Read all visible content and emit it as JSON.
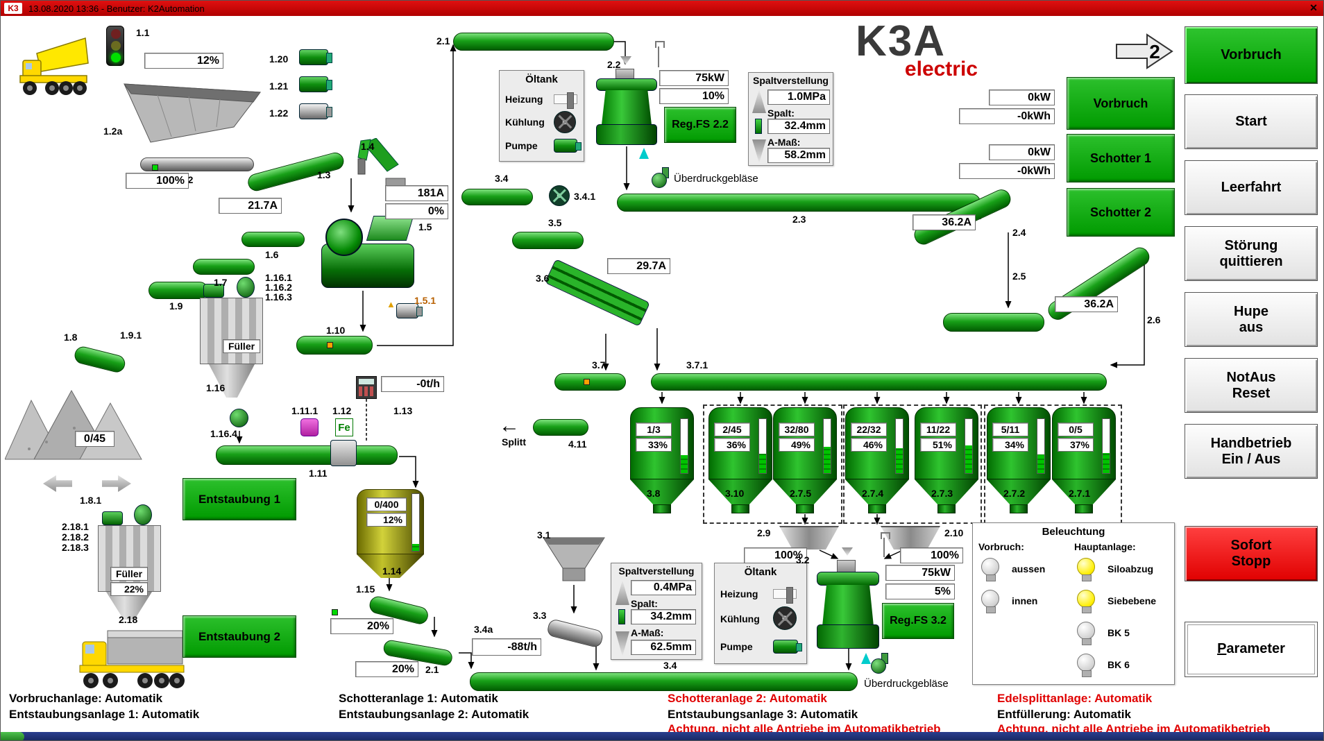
{
  "titlebar": {
    "app": "K3",
    "info": "13.08.2020 13:36 - Benutzer: K2Automation",
    "close": "✕"
  },
  "logo": {
    "main": "K3A",
    "sub": "electric"
  },
  "page_indicator": "2",
  "icons": {
    "splitt_arrow": "←",
    "lube_arrow": "▲"
  },
  "sidebar": {
    "vorbruch": "Vorbruch",
    "start": "Start",
    "leerfahrt": "Leerfahrt",
    "stoerung": "Störung\nquittieren",
    "hupe": "Hupe\naus",
    "notaus": "NotAus\nReset",
    "handbetrieb": "Handbetrieb\nEin / Aus",
    "sofort": "Sofort\nStopp",
    "parameter": "Parameter"
  },
  "modes": {
    "m1": "Vorbruch",
    "m2": "Schotter 1",
    "m3": "Schotter 2"
  },
  "power": {
    "kw1": "0kW",
    "kwh1": "-0kWh",
    "kw2": "0kW",
    "kwh2": "-0kWh"
  },
  "tags": {
    "t1_1": "1.1",
    "t1_20": "1.20",
    "t1_21": "1.21",
    "t1_22": "1.22",
    "t1_2a": "1.2a",
    "t1_2": "1.2",
    "t1_3": "1.3",
    "t1_4": "1.4",
    "t1_5": "1.5",
    "t1_5_1": "1.5.1",
    "t1_6": "1.6",
    "t1_7": "1.7",
    "t1_9": "1.9",
    "t1_9_1": "1.9.1",
    "t1_8": "1.8",
    "t1_8_1": "1.8.1",
    "t1_16_1": "1.16.1",
    "t1_16_2": "1.16.2",
    "t1_16_3": "1.16.3",
    "t1_16": "1.16",
    "t1_16_4": "1.16.4",
    "t1_10": "1.10",
    "t1_11": "1.11",
    "t1_11_1": "1.11.1",
    "t1_12": "1.12",
    "t1_13": "1.13",
    "t1_15": "1.15",
    "t2_18_1": "2.18.1",
    "t2_18_2": "2.18.2",
    "t2_18_3": "2.18.3",
    "t2_18": "2.18",
    "t2_1": "2.1",
    "t2_1b": "2.1",
    "t2_2": "2.2",
    "t2_3": "2.3",
    "t2_4": "2.4",
    "t2_5": "2.5",
    "t2_6": "2.6",
    "t3_4": "3.4",
    "t3_4_1": "3.4.1",
    "t3_5": "3.5",
    "t3_6": "3.6",
    "t3_7": "3.7",
    "t3_7_1": "3.7.1",
    "t4_11": "4.11",
    "t2_9": "2.9",
    "t2_10": "2.10",
    "t3_1": "3.1",
    "t3_2": "3.2",
    "t3_3": "3.3",
    "t3_4a": "3.4a",
    "t3_4b": "3.4"
  },
  "displays": {
    "truck_pct": "12%",
    "feeder12_pct": "100%",
    "amp13": "21.7A",
    "amp15": "181A",
    "pct15": "0%",
    "scale113": "-0t/h",
    "stockpile": "0/45",
    "pct115": "20%",
    "pct21": "20%",
    "kw22": "75kW",
    "pct22": "10%",
    "amp23": "36.2A",
    "amp36": "29.7A",
    "amp25": "36.2A",
    "pct29": "100%",
    "pct210": "100%",
    "kw32": "75kW",
    "pct32": "5%",
    "scale34a": "-88t/h"
  },
  "panels": {
    "oeltank_top": {
      "title": "Öltank",
      "r1": "Heizung",
      "r2": "Kühlung",
      "r3": "Pumpe"
    },
    "oeltank_bottom": {
      "title": "Öltank",
      "r1": "Heizung",
      "r2": "Kühlung",
      "r3": "Pumpe"
    },
    "spalt_top": {
      "title": "Spaltverstellung",
      "pressure": "1.0MPa",
      "l_spalt": "Spalt:",
      "spalt": "32.4mm",
      "l_amass": "A-Maß:",
      "amass": "58.2mm"
    },
    "spalt_bottom": {
      "title": "Spaltverstellung",
      "pressure": "0.4MPa",
      "l_spalt": "Spalt:",
      "spalt": "34.2mm",
      "l_amass": "A-Maß:",
      "amass": "62.5mm"
    }
  },
  "buttons": {
    "regfs22": "Reg.FS 2.2",
    "regfs32": "Reg.FS 3.2",
    "entstaubung1": "Entstaubung 1",
    "entstaubung2": "Entstaubung 2"
  },
  "labels": {
    "ueberdruck_top": "Überdruckgebläse",
    "ueberdruck_bottom": "Überdruckgebläse",
    "splitt": "Splitt",
    "fueller1": "Füller",
    "fueller2": "Füller",
    "fe": "Fe"
  },
  "fueller218": {
    "pct": "22%"
  },
  "silo114": {
    "tag": "1.14",
    "type": "0/400",
    "pct": "12%",
    "level": 12
  },
  "silos": [
    {
      "tag": "3.8",
      "fraction": "1/3",
      "pct": "33%",
      "level": 33
    },
    {
      "tag": "3.10",
      "fraction": "2/45",
      "pct": "36%",
      "level": 36
    },
    {
      "tag": "2.7.5",
      "fraction": "32/80",
      "pct": "49%",
      "level": 49
    },
    {
      "tag": "2.7.4",
      "fraction": "22/32",
      "pct": "46%",
      "level": 46
    },
    {
      "tag": "2.7.3",
      "fraction": "11/22",
      "pct": "51%",
      "level": 51
    },
    {
      "tag": "2.7.2",
      "fraction": "5/11",
      "pct": "34%",
      "level": 34
    },
    {
      "tag": "2.7.1",
      "fraction": "0/5",
      "pct": "37%",
      "level": 37
    }
  ],
  "beleuchtung": {
    "title": "Beleuchtung",
    "left_header": "Vorbruch:",
    "right_header": "Hauptanlage:",
    "lamps": [
      {
        "label": "aussen",
        "on": false
      },
      {
        "label": "innen",
        "on": false
      },
      {
        "label": "Siloabzug",
        "on": true
      },
      {
        "label": "Siebebene",
        "on": true
      },
      {
        "label": "BK 5",
        "on": false
      },
      {
        "label": "BK 6",
        "on": false
      }
    ]
  },
  "status": [
    {
      "text": "Vorbruchanlage: Automatik",
      "alert": false
    },
    {
      "text": "Entstaubungsanlage 1: Automatik",
      "alert": false
    },
    {
      "text": "Schotteranlage 1: Automatik",
      "alert": false
    },
    {
      "text": "Entstaubungsanlage 2: Automatik",
      "alert": false
    },
    {
      "text": "Schotteranlage 2: Automatik",
      "alert": true
    },
    {
      "text": "Entstaubungsanlage 3: Automatik",
      "alert": false
    },
    {
      "text": "Achtung, nicht alle Antriebe im Automatikbetrieb",
      "alert": true
    },
    {
      "text": "Edelsplittanlage: Automatik",
      "alert": true
    },
    {
      "text": "Entfüllerung: Automatik",
      "alert": false
    },
    {
      "text": "Achtung, nicht alle Antriebe im Automatikbetrieb",
      "alert": true
    }
  ]
}
